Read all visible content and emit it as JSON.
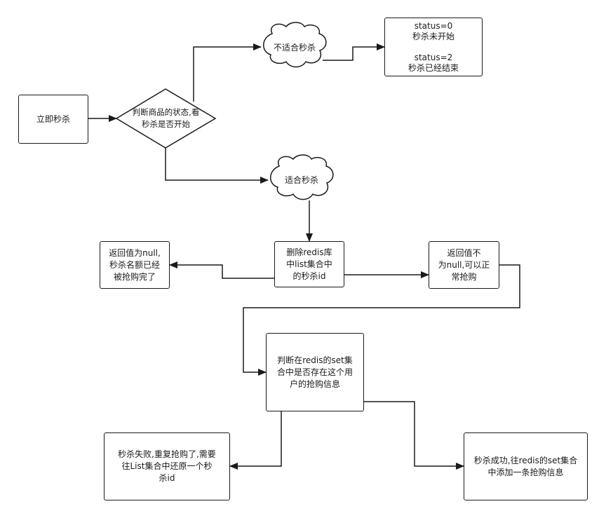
{
  "nodes": {
    "start": "立即秒杀",
    "decision": "判断商品的状态,看\n秒杀是否开始",
    "not_suitable": "不适合秒杀",
    "status_info": "status=0\n秒杀未开始\n\nstatus=2\n秒杀已经结束",
    "suitable": "适合秒杀",
    "delete_id": "删除redis库\n中list集合中\n的秒杀id",
    "null_result": "返回值为null,\n秒杀名额已经\n被抢购完了",
    "not_null_result": "返回值不\n为null,可以正\n常抢购",
    "check_set": "判断在redis的set集\n合中是否存在这个用\n户的抢购信息",
    "fail": "秒杀失败,重复抢购了,需要\n往List集合中还原一个秒\n杀id",
    "success": "秒杀成功,往redis的set集合\n中添加一条抢购信息"
  },
  "colors": {
    "stroke": "#1a1a1a",
    "fill": "#ffffff"
  }
}
